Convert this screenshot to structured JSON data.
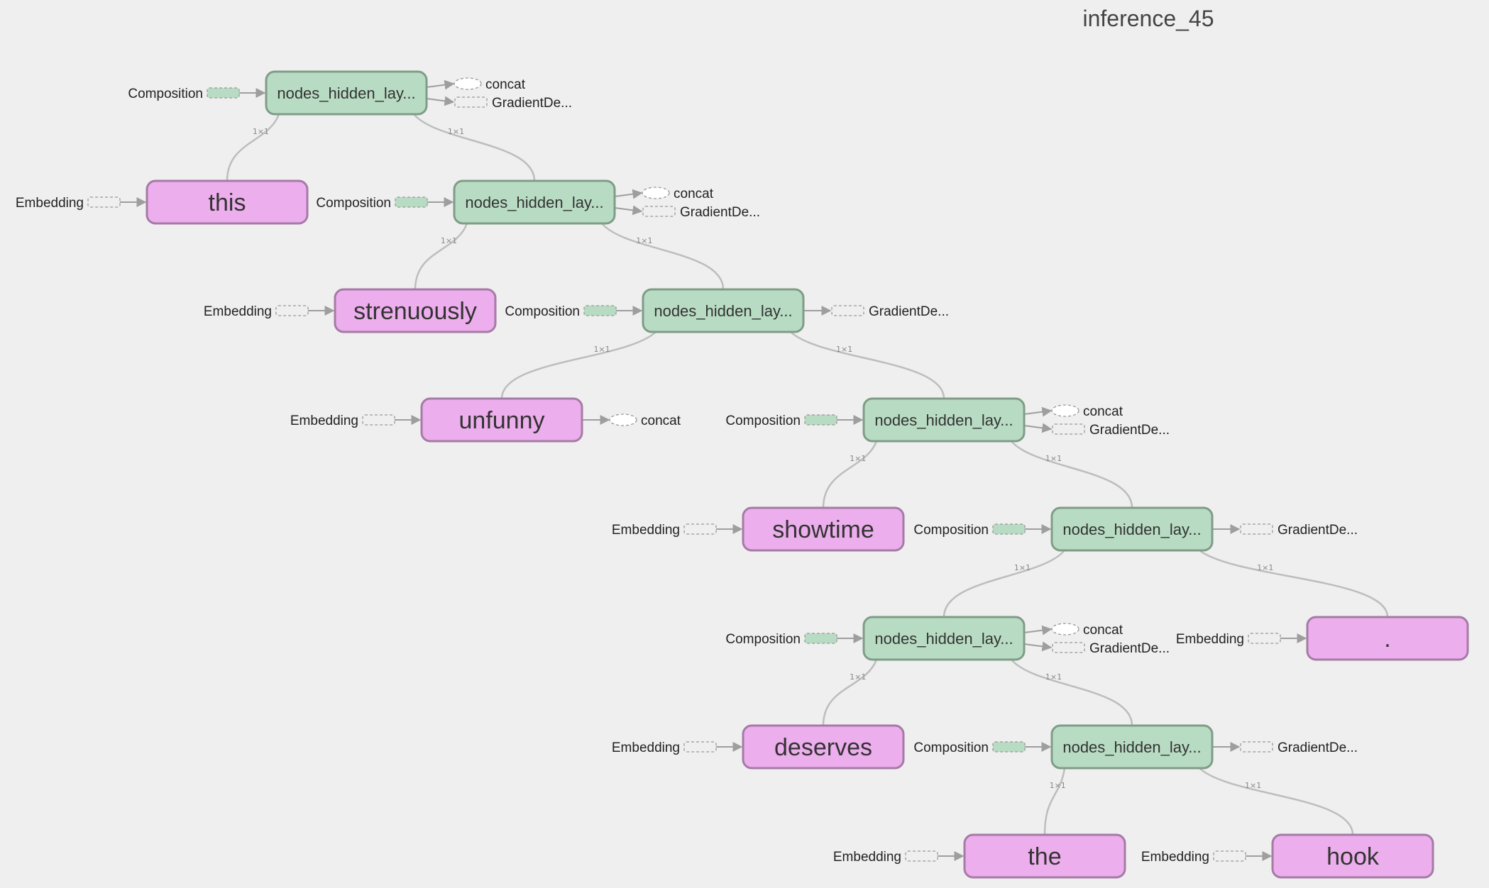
{
  "title": "inference_45",
  "labels": {
    "composition": "Composition",
    "embedding": "Embedding",
    "concat": "concat",
    "gradient": "GradientDe...",
    "edge": "1×1"
  },
  "hidden_node_label": "nodes_hidden_lay...",
  "colors": {
    "hidden_fill": "#b8dcc3",
    "hidden_stroke": "#7f9c87",
    "word_fill": "#ecaeec",
    "word_stroke": "#a57ba5",
    "edge": "#bdbdbd",
    "background": "#efefef"
  },
  "words": [
    "this",
    "strenuously",
    "unfunny",
    "showtime",
    ".",
    "deserves",
    "the",
    "hook"
  ]
}
